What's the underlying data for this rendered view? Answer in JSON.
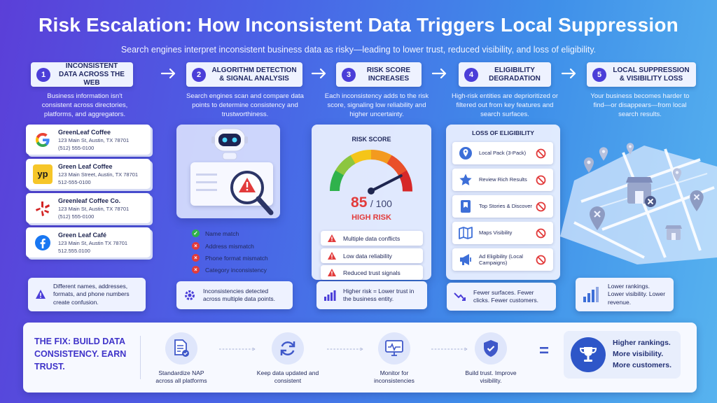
{
  "title": "Risk Escalation: How Inconsistent Data Triggers Local Suppression",
  "subtitle": "Search engines interpret inconsistent business data as risky—leading to lower trust, reduced visibility, and loss of eligibility.",
  "steps": [
    {
      "num": "1",
      "label": "INCONSISTENT DATA ACROSS THE WEB",
      "desc": "Business information isn't consistent across directories, platforms, and aggregators."
    },
    {
      "num": "2",
      "label": "ALGORITHM DETECTION & SIGNAL ANALYSIS",
      "desc": "Search engines scan and compare data points to determine consistency and trustworthiness."
    },
    {
      "num": "3",
      "label": "RISK SCORE INCREASES",
      "desc": "Each inconsistency adds to the risk score, signaling low reliability and higher uncertainty."
    },
    {
      "num": "4",
      "label": "ELIGIBILITY DEGRADATION",
      "desc": "High-risk entities are deprioritized or filtered out from key features and search surfaces."
    },
    {
      "num": "5",
      "label": "LOCAL SUPPRESSION & VISIBILITY LOSS",
      "desc": "Your business becomes harder to find—or disappears—from local search results."
    }
  ],
  "listings": [
    {
      "icon": "google-icon",
      "name": "GreenLeaf Coffee",
      "address": "123 Main St, Austin, TX 78701",
      "phone": "(512) 555-0100"
    },
    {
      "icon": "yelp-icon",
      "name": "Green Leaf Coffee",
      "address": "123 Main Street, Austin, TX 78701",
      "phone": "512-555-0100"
    },
    {
      "icon": "yelp-burst-icon",
      "name": "Greenleaf Coffee Co.",
      "address": "123 Main St, Austin, TX 78701",
      "phone": "(512) 555-0100"
    },
    {
      "icon": "facebook-icon",
      "name": "Green Leaf Café",
      "address": "123 Main St, Austin TX 78701",
      "phone": "512.555.0100"
    }
  ],
  "note1": "Different names, addresses, formats, and phone numbers create confusion.",
  "checks": [
    {
      "status": "ok",
      "label": "Name match"
    },
    {
      "status": "bad",
      "label": "Address mismatch"
    },
    {
      "status": "bad",
      "label": "Phone format mismatch"
    },
    {
      "status": "bad",
      "label": "Category inconsistency"
    }
  ],
  "note2": "Inconsistencies detected across multiple data points.",
  "risk": {
    "heading": "RISK SCORE",
    "score": "85",
    "max": "/ 100",
    "level": "HIGH RISK",
    "value": 85,
    "range": [
      0,
      100
    ]
  },
  "signals": [
    "Multiple data conflicts",
    "Low data reliability",
    "Reduced trust signals"
  ],
  "note3": "Higher risk = Lower trust in the business entity.",
  "eligibility": {
    "heading": "LOSS OF ELIGIBILITY",
    "items": [
      {
        "icon": "map-pin-icon",
        "label": "Local Pack (3-Pack)"
      },
      {
        "icon": "star-icon",
        "label": "Review Rich Results"
      },
      {
        "icon": "bookmark-icon",
        "label": "Top Stories & Discover"
      },
      {
        "icon": "map-icon",
        "label": "Maps Visibility"
      },
      {
        "icon": "megaphone-icon",
        "label": "Ad Eligibility (Local Campaigns)"
      }
    ]
  },
  "note4": "Fewer surfaces. Fewer clicks. Fewer customers.",
  "note5": "Lower rankings. Lower visibility. Lower revenue.",
  "fix": {
    "title": "THE FIX: BUILD DATA CONSISTENCY. EARN TRUST.",
    "steps": [
      {
        "icon": "document-check-icon",
        "label": "Standardize NAP across all platforms"
      },
      {
        "icon": "refresh-icon",
        "label": "Keep data updated and consistent"
      },
      {
        "icon": "monitor-icon",
        "label": "Monitor for inconsistencies"
      },
      {
        "icon": "shield-check-icon",
        "label": "Build trust. Improve visibility."
      }
    ],
    "equals": "=",
    "result": "Higher rankings. More visibility. More customers."
  },
  "colors": {
    "accent": "#4b3ed8",
    "danger": "#e23b3b",
    "ok": "#2fb24c",
    "warning": "#e94141"
  }
}
